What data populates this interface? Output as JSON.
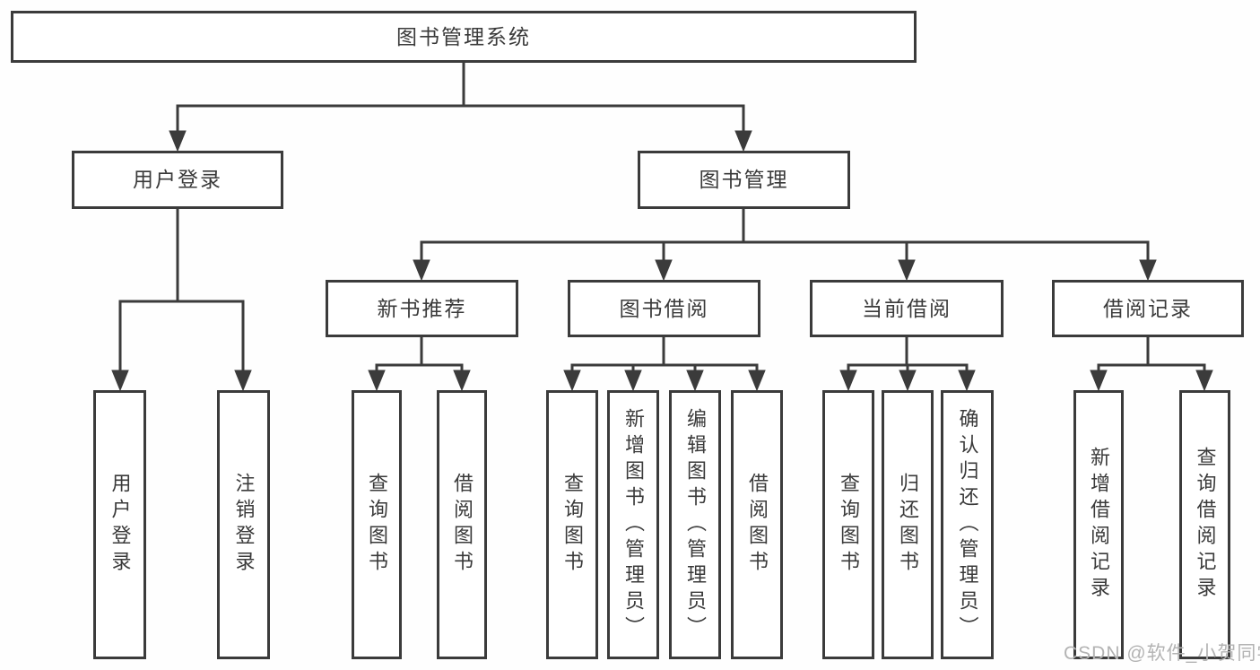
{
  "title": "图书管理系统",
  "colors": {
    "line": "#3b3b3b",
    "text": "#3a3a3a",
    "watermark": "#b3b3b3",
    "box_bg": "#ffffff",
    "page_bg": "#fefefe"
  },
  "nodes": {
    "root": {
      "label": "图书管理系统"
    },
    "branches": [
      {
        "label": "用户登录",
        "children": [
          "用户登录",
          "注销登录"
        ]
      },
      {
        "label": "图书管理"
      }
    ],
    "modules": [
      {
        "label": "新书推荐",
        "children": [
          "查询图书",
          "借阅图书"
        ]
      },
      {
        "label": "图书借阅",
        "children": [
          "查询图书",
          "新增图书（管理员）",
          "编辑图书（管理员）",
          "借阅图书"
        ]
      },
      {
        "label": "当前借阅",
        "children": [
          "查询图书",
          "归还图书",
          "确认归还（管理员）"
        ]
      },
      {
        "label": "借阅记录",
        "children": [
          "新增借阅记录",
          "查询借阅记录"
        ]
      }
    ]
  },
  "watermark": "CSDN @软件_小贺同学"
}
